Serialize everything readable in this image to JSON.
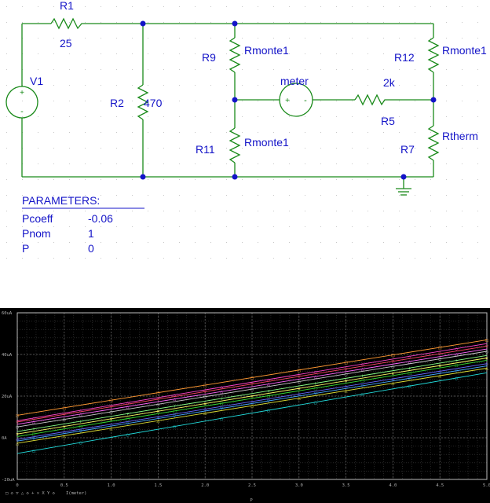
{
  "colors": {
    "wire": "#1a8a1a",
    "label": "#1414c8",
    "node": "#1414c8",
    "plot_bg": "#000000",
    "grid": "#6a6a6a"
  },
  "schematic": {
    "r1": {
      "name": "R1",
      "value": "25"
    },
    "r2": {
      "name": "R2",
      "value": "470"
    },
    "r9": {
      "name": "R9",
      "value": "Rmonte1"
    },
    "r11": {
      "name": "R11",
      "value": "Rmonte1"
    },
    "r12": {
      "name": "R12",
      "value": "Rmonte1"
    },
    "r5": {
      "name": "R5",
      "value": "2k"
    },
    "r7": {
      "name": "R7",
      "value": "Rtherm"
    },
    "v1": {
      "name": "V1",
      "plus": "+",
      "minus": "-"
    },
    "meter": {
      "name": "meter",
      "plus": "+",
      "minus": "-"
    },
    "parameters": {
      "title": "PARAMETERS:",
      "rows": [
        {
          "name": "Pcoeff",
          "value": "-0.06"
        },
        {
          "name": "Pnom",
          "value": "1"
        },
        {
          "name": "P",
          "value": "0"
        }
      ]
    }
  },
  "chart_data": {
    "type": "line",
    "xlabel": "P",
    "legend_trace": "I(meter)",
    "legend_markers": [
      "□",
      "◇",
      "▽",
      "△",
      "◇",
      "+",
      "×",
      "X",
      "Y",
      "◇"
    ],
    "x_ticks": [
      "0",
      "0.5",
      "1.0",
      "1.5",
      "2.0",
      "2.5",
      "3.0",
      "3.5",
      "4.0",
      "4.5",
      "5.0"
    ],
    "y_ticks": [
      "-20uA",
      "0A",
      "20uA",
      "40uA",
      "60uA"
    ],
    "xlim": [
      0,
      5
    ],
    "ylim": [
      -20,
      60
    ],
    "y_unit": "uA",
    "grid": true,
    "series": [
      {
        "color": "#ff9933",
        "values": [
          10.8,
          47.0
        ]
      },
      {
        "color": "#ff44cc",
        "values": [
          8.2,
          45.2
        ]
      },
      {
        "color": "#ff4466",
        "values": [
          7.6,
          44.0
        ]
      },
      {
        "color": "#ff66ff",
        "values": [
          6.5,
          42.6
        ]
      },
      {
        "color": "#c8c8c8",
        "values": [
          5.2,
          41.5
        ]
      },
      {
        "color": "#88ff88",
        "values": [
          3.0,
          39.5
        ]
      },
      {
        "color": "#ffff66",
        "values": [
          1.8,
          38.3
        ]
      },
      {
        "color": "#33dd33",
        "values": [
          0.6,
          37.2
        ]
      },
      {
        "color": "#6666ff",
        "values": [
          -0.8,
          35.6
        ]
      },
      {
        "color": "#44aaff",
        "values": [
          -1.6,
          34.5
        ]
      },
      {
        "color": "#dddd33",
        "values": [
          -2.6,
          33.4
        ]
      },
      {
        "color": "#22dddd",
        "values": [
          -7.5,
          31.2
        ]
      }
    ]
  }
}
